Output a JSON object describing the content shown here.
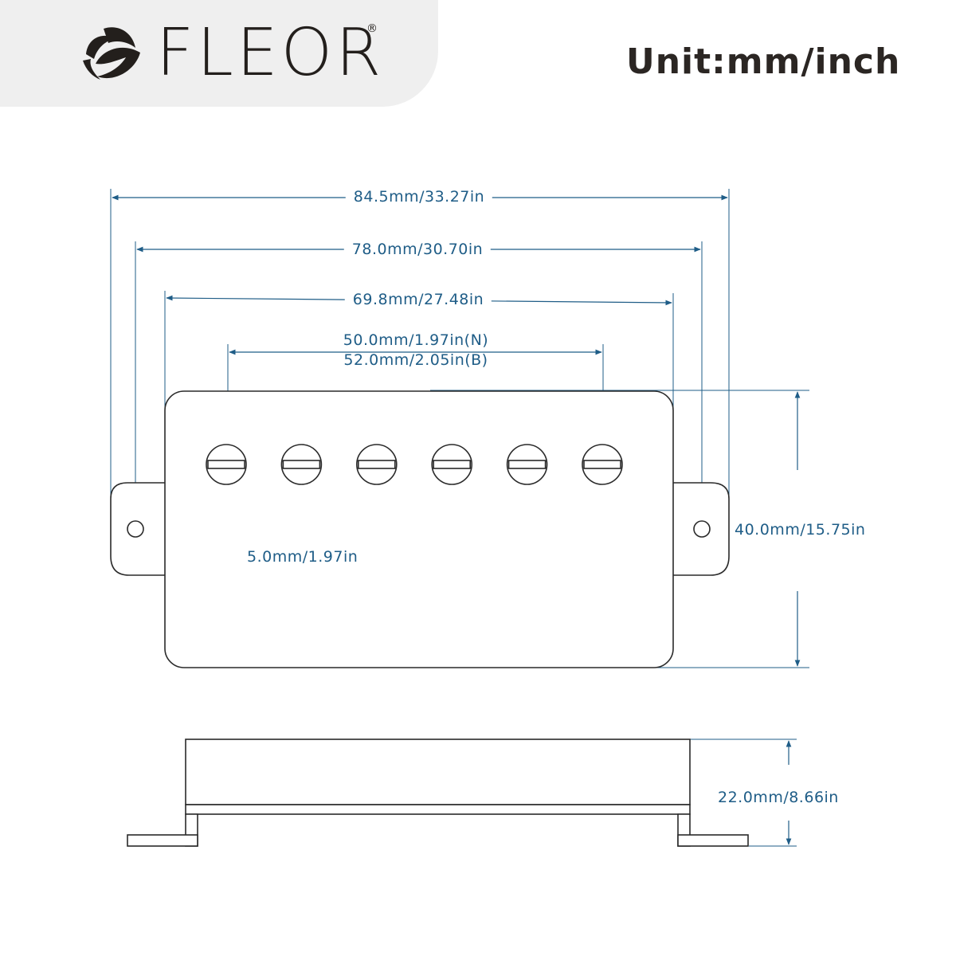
{
  "brand": {
    "name": "FLEOR",
    "registered": "®"
  },
  "unit_label": "Unit:mm/inch",
  "dimensions": {
    "total_width": "84.5mm/33.27in",
    "mount_hole_spacing": "78.0mm/30.70in",
    "cover_width": "69.8mm/27.48in",
    "pole_spacing_neck": "50.0mm/1.97in(N)",
    "pole_spacing_bridge": "52.0mm/2.05in(B)",
    "pole_diameter": "5.0mm/1.97in",
    "cover_height": "40.0mm/15.75in",
    "pickup_depth": "22.0mm/8.66in"
  },
  "colors": {
    "dimension": "#1f5d87",
    "outline": "#2a2a2a",
    "logo_panel": "#efefef"
  },
  "pole_count": 6
}
